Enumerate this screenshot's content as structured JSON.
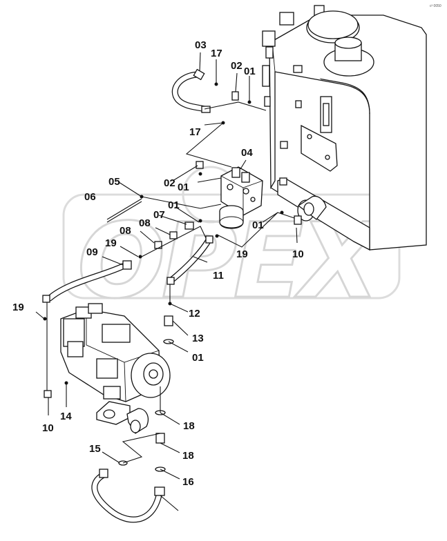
{
  "corner_code": "с³ 0050",
  "watermark": "OPEX",
  "labels": [
    "03",
    "17",
    "02",
    "01",
    "04",
    "17",
    "05",
    "02",
    "01",
    "06",
    "01",
    "07",
    "08",
    "01",
    "08",
    "19",
    "09",
    "19",
    "10",
    "11",
    "19",
    "10",
    "12",
    "13",
    "01",
    "14",
    "18",
    "15",
    "18",
    "16"
  ]
}
